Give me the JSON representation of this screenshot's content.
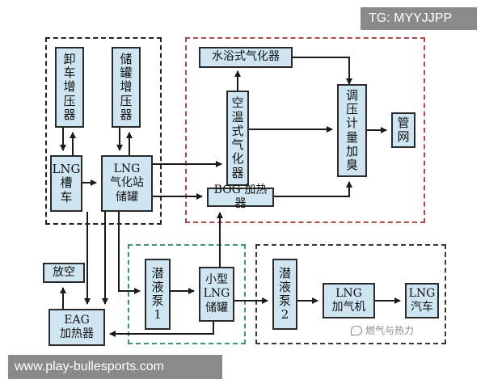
{
  "nodes": {
    "unloading_booster": "卸\n车\n增\n压\n器",
    "tank_booster": "储\n罐\n增\n压\n器",
    "lng_tanker": "LNG\n槽\n车",
    "station_tank": "LNG\n气化站\n储罐",
    "water_bath_vaporizer": "水浴式气化器",
    "ambient_vaporizer": "空\n温\n式\n气\n化\n器",
    "pressure_metering": "调\n压\n计\n量\n加\n臭",
    "pipe_network": "管\n网",
    "bog_heater": "BOG 加热器",
    "vent": "放空",
    "eag_heater": "EAG\n加热器",
    "submerged_pump_1": "潜\n液\n泵\n1",
    "small_lng_tank": "小型\nLNG\n储罐",
    "submerged_pump_2": "潜\n液\n泵\n2",
    "lng_dispenser": "LNG\n加气机",
    "lng_vehicle": "LNG\n汽车"
  },
  "overlay": {
    "tg_label": "TG: MYYJJPP",
    "url_label": "www.play-bullesports.com",
    "watermark": "燃气与热力"
  },
  "colors": {
    "node_fill": "#cfe6f2",
    "node_border": "#2a2a2a",
    "region_black": "#222222",
    "region_red": "#b0474d",
    "region_green": "#3a9a6a",
    "region_dark": "#2f3a3a"
  }
}
